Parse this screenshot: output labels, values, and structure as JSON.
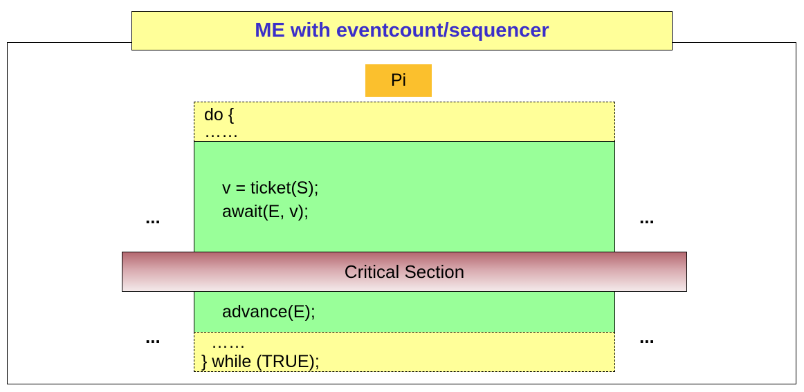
{
  "title": "ME with eventcount/sequencer",
  "process_label": "Pi",
  "entry_section": {
    "line1": "do {",
    "line2": "……"
  },
  "acquire_block": {
    "line1": "v = ticket(S);",
    "line2": "await(E, v);"
  },
  "critical_section_label": "Critical Section",
  "release_block": {
    "line1": "advance(E);"
  },
  "exit_section": {
    "line1": "……",
    "line2": "} while (TRUE);"
  },
  "ellipsis": "...",
  "colors": {
    "title_text": "#3b2fc9",
    "title_fill": "#ffff99",
    "process_fill": "#fbc02d",
    "code_fill": "#99ff99",
    "critical_fill_top": "#b46870",
    "critical_fill_bottom": "#f4e9ea"
  }
}
